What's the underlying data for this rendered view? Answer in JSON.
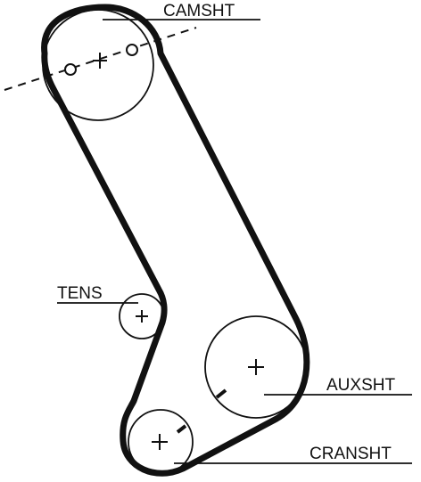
{
  "diagram": {
    "labels": {
      "camshaft": "CAMSHT",
      "tensioner": "TENS",
      "auxiliary": "AUXSHT",
      "crankshaft": "CRANSHT"
    },
    "colors": {
      "ink": "#111111",
      "background": "#ffffff"
    }
  }
}
